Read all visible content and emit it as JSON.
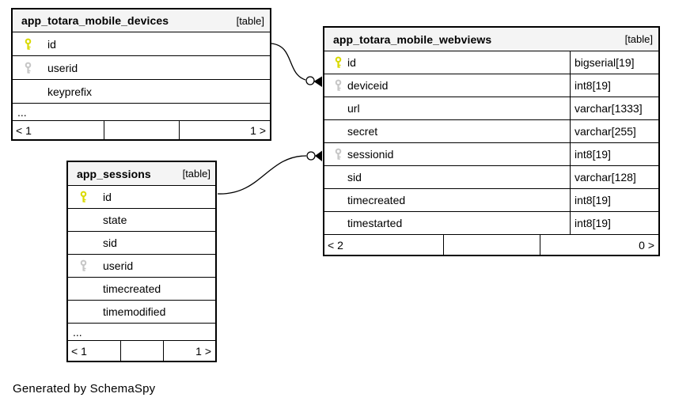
{
  "caption": "Generated by SchemaSpy",
  "colors": {
    "header_bg": "#f4f4f4",
    "border": "#000000",
    "primary_key_icon": "#d9d900",
    "foreign_key_icon": "#c6c6c6"
  },
  "tables": [
    {
      "name": "app_totara_mobile_devices",
      "badge": "[table]",
      "columns": [
        {
          "name": "id",
          "key": "primary"
        },
        {
          "name": "userid",
          "key": "foreign"
        },
        {
          "name": "keyprefix",
          "key": "none"
        }
      ],
      "ellipsis": "...",
      "footer": {
        "left": "< 1",
        "middle": "",
        "right": "1 >"
      }
    },
    {
      "name": "app_totara_mobile_webviews",
      "badge": "[table]",
      "columns": [
        {
          "name": "id",
          "key": "primary",
          "type": "bigserial[19]"
        },
        {
          "name": "deviceid",
          "key": "foreign",
          "type": "int8[19]"
        },
        {
          "name": "url",
          "key": "none",
          "type": "varchar[1333]"
        },
        {
          "name": "secret",
          "key": "none",
          "type": "varchar[255]"
        },
        {
          "name": "sessionid",
          "key": "foreign",
          "type": "int8[19]"
        },
        {
          "name": "sid",
          "key": "none",
          "type": "varchar[128]"
        },
        {
          "name": "timecreated",
          "key": "none",
          "type": "int8[19]"
        },
        {
          "name": "timestarted",
          "key": "none",
          "type": "int8[19]"
        }
      ],
      "footer": {
        "left": "< 2",
        "middle": "",
        "right": "0 >"
      }
    },
    {
      "name": "app_sessions",
      "badge": "[table]",
      "columns": [
        {
          "name": "id",
          "key": "primary"
        },
        {
          "name": "state",
          "key": "none"
        },
        {
          "name": "sid",
          "key": "none"
        },
        {
          "name": "userid",
          "key": "foreign"
        },
        {
          "name": "timecreated",
          "key": "none"
        },
        {
          "name": "timemodified",
          "key": "none"
        }
      ],
      "ellipsis": "...",
      "footer": {
        "left": "< 1",
        "middle": "",
        "right": "1 >"
      }
    }
  ],
  "relationships": [
    {
      "from": "app_totara_mobile_devices.id",
      "to": "app_totara_mobile_webviews.deviceid"
    },
    {
      "from": "app_sessions.id",
      "to": "app_totara_mobile_webviews.sessionid"
    }
  ]
}
